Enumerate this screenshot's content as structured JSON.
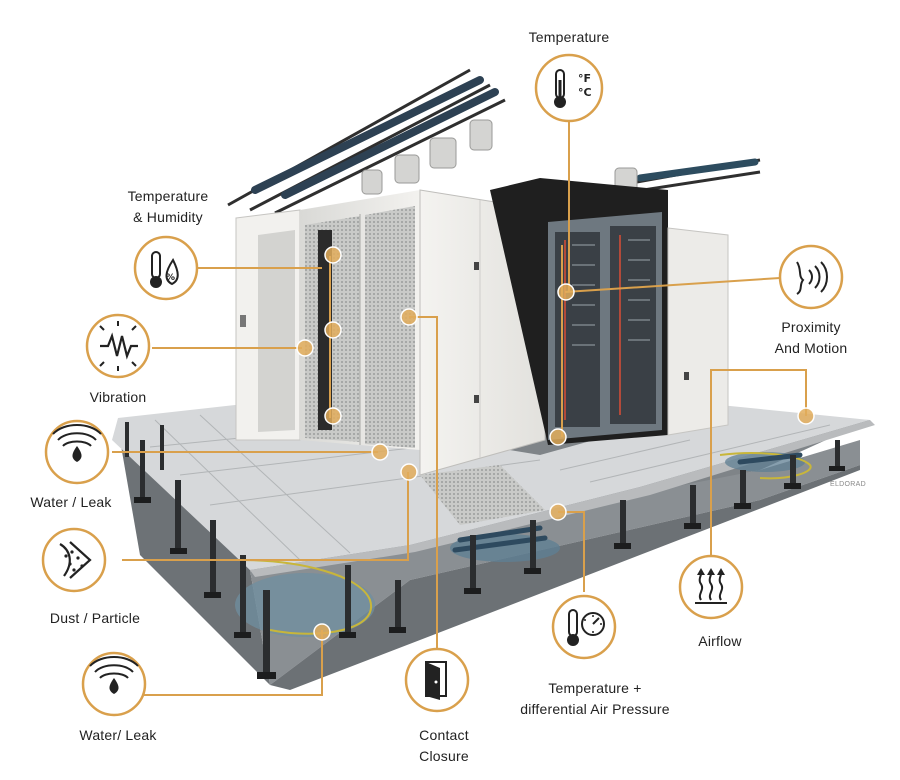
{
  "sensors": {
    "temperature_top": "Temperature",
    "temp_humidity": [
      "Temperature",
      "& Humidity"
    ],
    "vibration": "Vibration",
    "water_leak_1": "Water / Leak",
    "dust": "Dust / Particle",
    "water_leak_2": "Water/ Leak",
    "contact": [
      "Contact",
      "Closure"
    ],
    "temp_pressure": [
      "Temperature +",
      "differential Air Pressure"
    ],
    "airflow": "Airflow",
    "proximity": [
      "Proximity",
      "And Motion"
    ]
  },
  "icon_text": {
    "fahrenheit": "°F",
    "celsius": "°C",
    "percent": "%"
  },
  "watermark": "ELDORAD",
  "colors": {
    "accent": "#d9a04c",
    "rack_light": "#ecebe8",
    "rack_dark": "#1f1f1f",
    "floor": "#d8dadc",
    "subfloor": "#8c9094",
    "pipe": "#2e3f4f",
    "water": "#6f8fa0"
  }
}
